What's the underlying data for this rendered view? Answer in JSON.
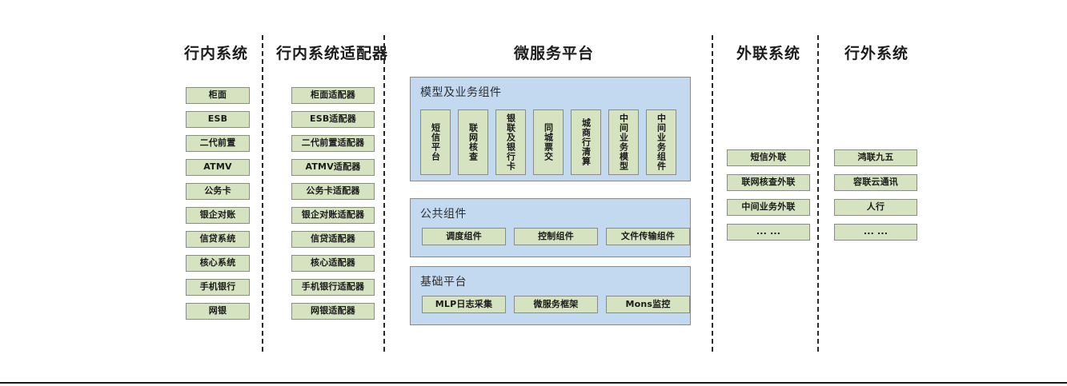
{
  "columns": {
    "internal": {
      "title": "行内系统",
      "items": [
        {
          "label": "柜面"
        },
        {
          "label": "ESB"
        },
        {
          "label": "二代前置"
        },
        {
          "label": "ATMV"
        },
        {
          "label": "公务卡"
        },
        {
          "label": "银企对账"
        },
        {
          "label": "信贷系统"
        },
        {
          "label": "核心系统"
        },
        {
          "label": "手机银行"
        },
        {
          "label": "网银"
        }
      ]
    },
    "adapter": {
      "title": "行内系统适配器",
      "items": [
        {
          "label": "柜面适配器"
        },
        {
          "label": "ESB适配器"
        },
        {
          "label": "二代前置适配器"
        },
        {
          "label": "ATMV适配器"
        },
        {
          "label": "公务卡适配器"
        },
        {
          "label": "银企对账适配器"
        },
        {
          "label": "信贷适配器"
        },
        {
          "label": "核心适配器"
        },
        {
          "label": "手机银行适配器"
        },
        {
          "label": "网银适配器"
        }
      ]
    },
    "external_link": {
      "title": "外联系统",
      "items": [
        {
          "label": "短信外联"
        },
        {
          "label": "联网核查外联"
        },
        {
          "label": "中间业务外联"
        },
        {
          "label": "... ..."
        }
      ]
    },
    "outside": {
      "title": "行外系统",
      "items": [
        {
          "label": "鸿联九五"
        },
        {
          "label": "容联云通讯"
        },
        {
          "label": "人行"
        },
        {
          "label": "... ..."
        }
      ]
    }
  },
  "platform": {
    "title": "微服务平台",
    "groups": [
      {
        "label": "模型及业务组件",
        "orientation": "vertical",
        "items": [
          {
            "label": "短信平台"
          },
          {
            "label": "联网核查"
          },
          {
            "label": "银联及银行卡"
          },
          {
            "label": "同城票交"
          },
          {
            "label": "城商行清算"
          },
          {
            "label": "中间业务模型"
          },
          {
            "label": "中间业务组件"
          }
        ]
      },
      {
        "label": "公共组件",
        "orientation": "horizontal",
        "items": [
          {
            "label": "调度组件"
          },
          {
            "label": "控制组件"
          },
          {
            "label": "文件传输组件"
          }
        ]
      },
      {
        "label": "基础平台",
        "orientation": "horizontal",
        "items": [
          {
            "label": "MLP日志采集"
          },
          {
            "label": "微服务框架"
          },
          {
            "label": "Mons监控"
          }
        ]
      }
    ]
  },
  "colors": {
    "node_fill": "#d5e3c0",
    "node_border": "#8a8a8a",
    "group_fill": "#c3d9ef",
    "text": "#1a1a1a"
  }
}
